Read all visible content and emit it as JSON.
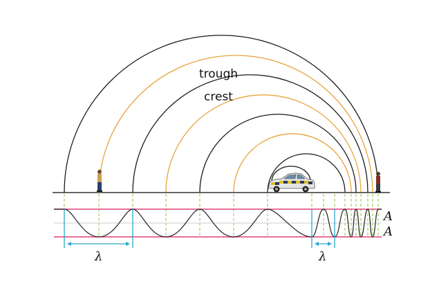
{
  "labels": {
    "trough": "trough",
    "crest": "crest",
    "wavelength_left": "λ",
    "wavelength_right": "λ",
    "amplitude_top": "A",
    "amplitude_bottom": "A"
  },
  "colors": {
    "crest_wavefront": "#1a1a1a",
    "trough_wavefront": "#e8a33c",
    "amplitude_line": "#e0407a",
    "wavelength_marker": "#27a9c9",
    "dashed_guide": "#8cc63f",
    "ground": "#333333",
    "centerline": "#cccccc"
  },
  "icons": {
    "source": "car-icon",
    "observer_left": "person-icon",
    "observer_right": "person-icon"
  }
}
